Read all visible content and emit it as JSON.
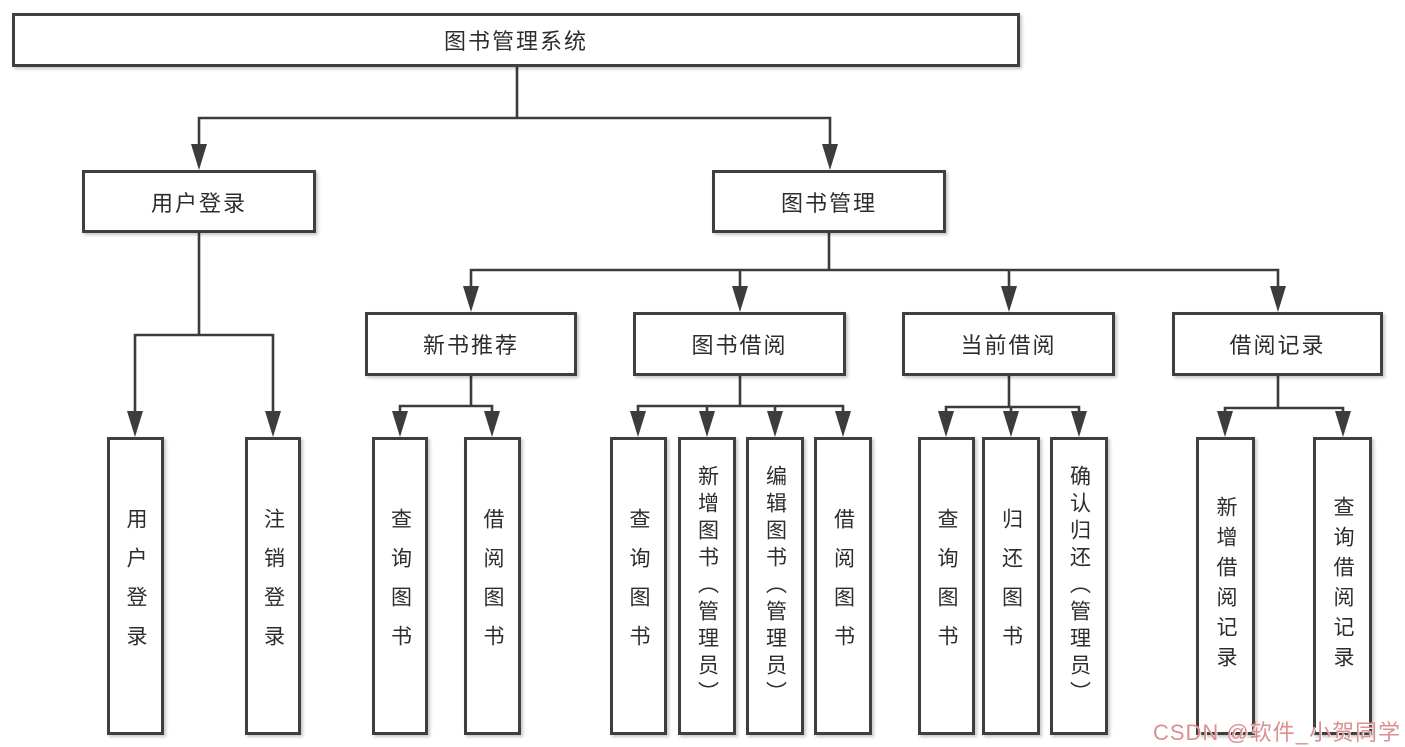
{
  "tree": {
    "label": "图书管理系统",
    "children": [
      {
        "label": "用户登录",
        "children": [
          {
            "label": "用户登录"
          },
          {
            "label": "注销登录"
          }
        ]
      },
      {
        "label": "图书管理",
        "children": [
          {
            "label": "新书推荐",
            "children": [
              {
                "label": "查询图书"
              },
              {
                "label": "借阅图书"
              }
            ]
          },
          {
            "label": "图书借阅",
            "children": [
              {
                "label": "查询图书"
              },
              {
                "label": "新增图书（管理员）"
              },
              {
                "label": "编辑图书（管理员）"
              },
              {
                "label": "借阅图书"
              }
            ]
          },
          {
            "label": "当前借阅",
            "children": [
              {
                "label": "查询图书"
              },
              {
                "label": "归还图书"
              },
              {
                "label": "确认归还（管理员）"
              }
            ]
          },
          {
            "label": "借阅记录",
            "children": [
              {
                "label": "新增借阅记录"
              },
              {
                "label": "查询借阅记录"
              }
            ]
          }
        ]
      }
    ]
  },
  "watermark": {
    "text": "CSDN @软件_小贺同学",
    "color": "#dd8f8f"
  },
  "colors": {
    "line": "#3c3c3c",
    "box_border": "#3f3f3f",
    "text": "#2d2d2d",
    "background": "#ffffff"
  }
}
